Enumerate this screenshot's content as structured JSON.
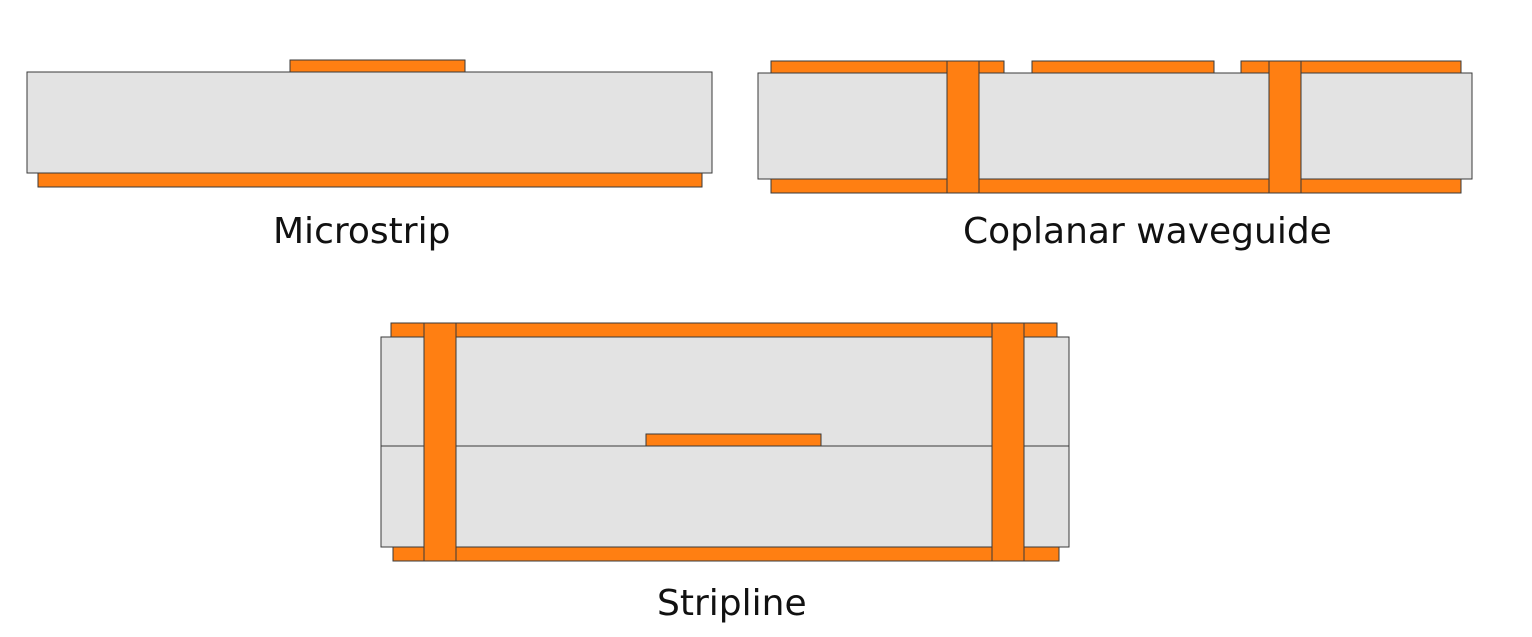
{
  "colors": {
    "copper": "#ff7f12",
    "dielectric": "#e3e3e3",
    "outline": "#3a3a3a",
    "background": "#ffffff"
  },
  "diagrams": {
    "microstrip": {
      "label": "Microstrip"
    },
    "coplanar": {
      "label": "Coplanar waveguide"
    },
    "stripline": {
      "label": "Stripline"
    }
  }
}
